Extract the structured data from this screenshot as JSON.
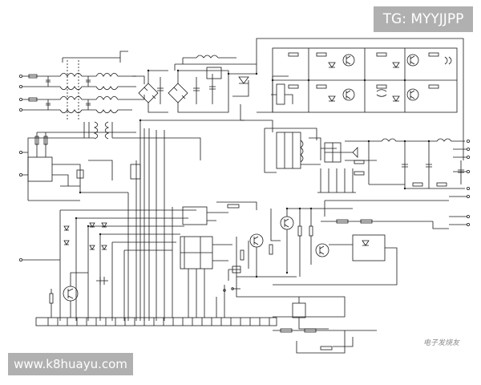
{
  "overlay": {
    "tg_label": "TG: MYYJJPP",
    "site_url": "www.k8huayu.com",
    "watermark": "电子发烧友"
  },
  "colors": {
    "line": "#1a1a1a",
    "badge_bg": "#b0b0b0",
    "badge_text": "#ffffff"
  }
}
